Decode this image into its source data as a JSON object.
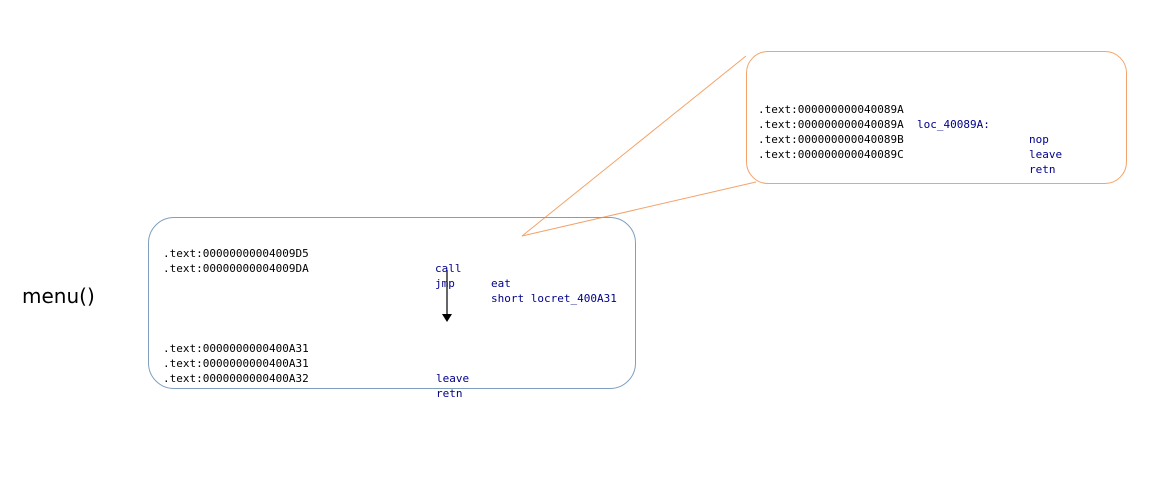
{
  "function_label": "menu()",
  "main_block": {
    "rows": [
      {
        "address": ".text:00000000004009D5",
        "mnemonic": "call",
        "operand": "eat"
      },
      {
        "address": ".text:00000000004009DA",
        "mnemonic": "jmp",
        "operand": "short locret_400A31"
      },
      {
        "address": ".text:0000000000400A31",
        "mnemonic": "",
        "operand": ""
      },
      {
        "address": ".text:0000000000400A31",
        "mnemonic": "leave",
        "operand": ""
      },
      {
        "address": ".text:0000000000400A32",
        "mnemonic": "retn",
        "operand": ""
      }
    ]
  },
  "callout_block": {
    "rows": [
      {
        "address": ".text:000000000040089A",
        "label": "loc_40089A:",
        "mnemonic": ""
      },
      {
        "address": ".text:000000000040089A",
        "label": "",
        "mnemonic": "nop"
      },
      {
        "address": ".text:000000000040089B",
        "label": "",
        "mnemonic": "leave"
      },
      {
        "address": ".text:000000000040089C",
        "label": "",
        "mnemonic": "retn"
      }
    ]
  },
  "colors": {
    "main_border": "#7f9fbf",
    "callout_border": "#f3a36b",
    "instruction_text": "#00008b",
    "address_text": "#000000"
  }
}
